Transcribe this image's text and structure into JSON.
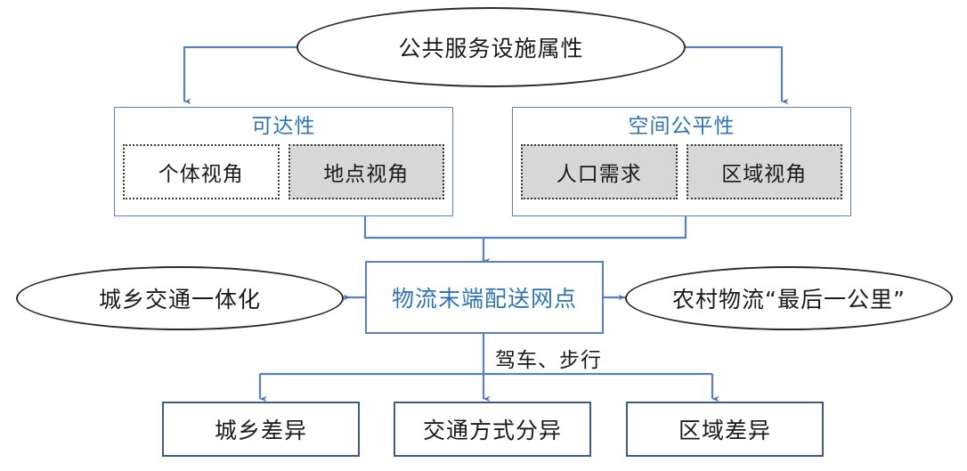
{
  "diagram": {
    "title_node": {
      "label": "公共服务设施属性",
      "shape": "ellipse"
    },
    "attribute_groups": [
      {
        "title": "可达性",
        "sub_items": [
          {
            "label": "个体视角",
            "highlighted": false
          },
          {
            "label": "地点视角",
            "highlighted": true
          }
        ]
      },
      {
        "title": "空间公平性",
        "sub_items": [
          {
            "label": "人口需求",
            "highlighted": true
          },
          {
            "label": "区域视角",
            "highlighted": true
          }
        ]
      }
    ],
    "center_node": {
      "label": "物流末端配送网点"
    },
    "side_nodes": [
      {
        "label": "城乡交通一体化",
        "side": "left"
      },
      {
        "label": "农村物流“最后一公里”",
        "side": "right"
      }
    ],
    "edge_labels": [
      {
        "label": "驾车、步行"
      }
    ],
    "outcome_nodes": [
      {
        "label": "城乡差异"
      },
      {
        "label": "交通方式分异"
      },
      {
        "label": "区域差异"
      }
    ],
    "colors": {
      "connector_blue": "#5b7fc4",
      "accent_blue_text": "#2e74b5",
      "outline_black": "#2b2b2b",
      "outcome_border": "#3f5a8a",
      "highlight_gray": "#d7d7d7",
      "background": "#ffffff"
    }
  }
}
